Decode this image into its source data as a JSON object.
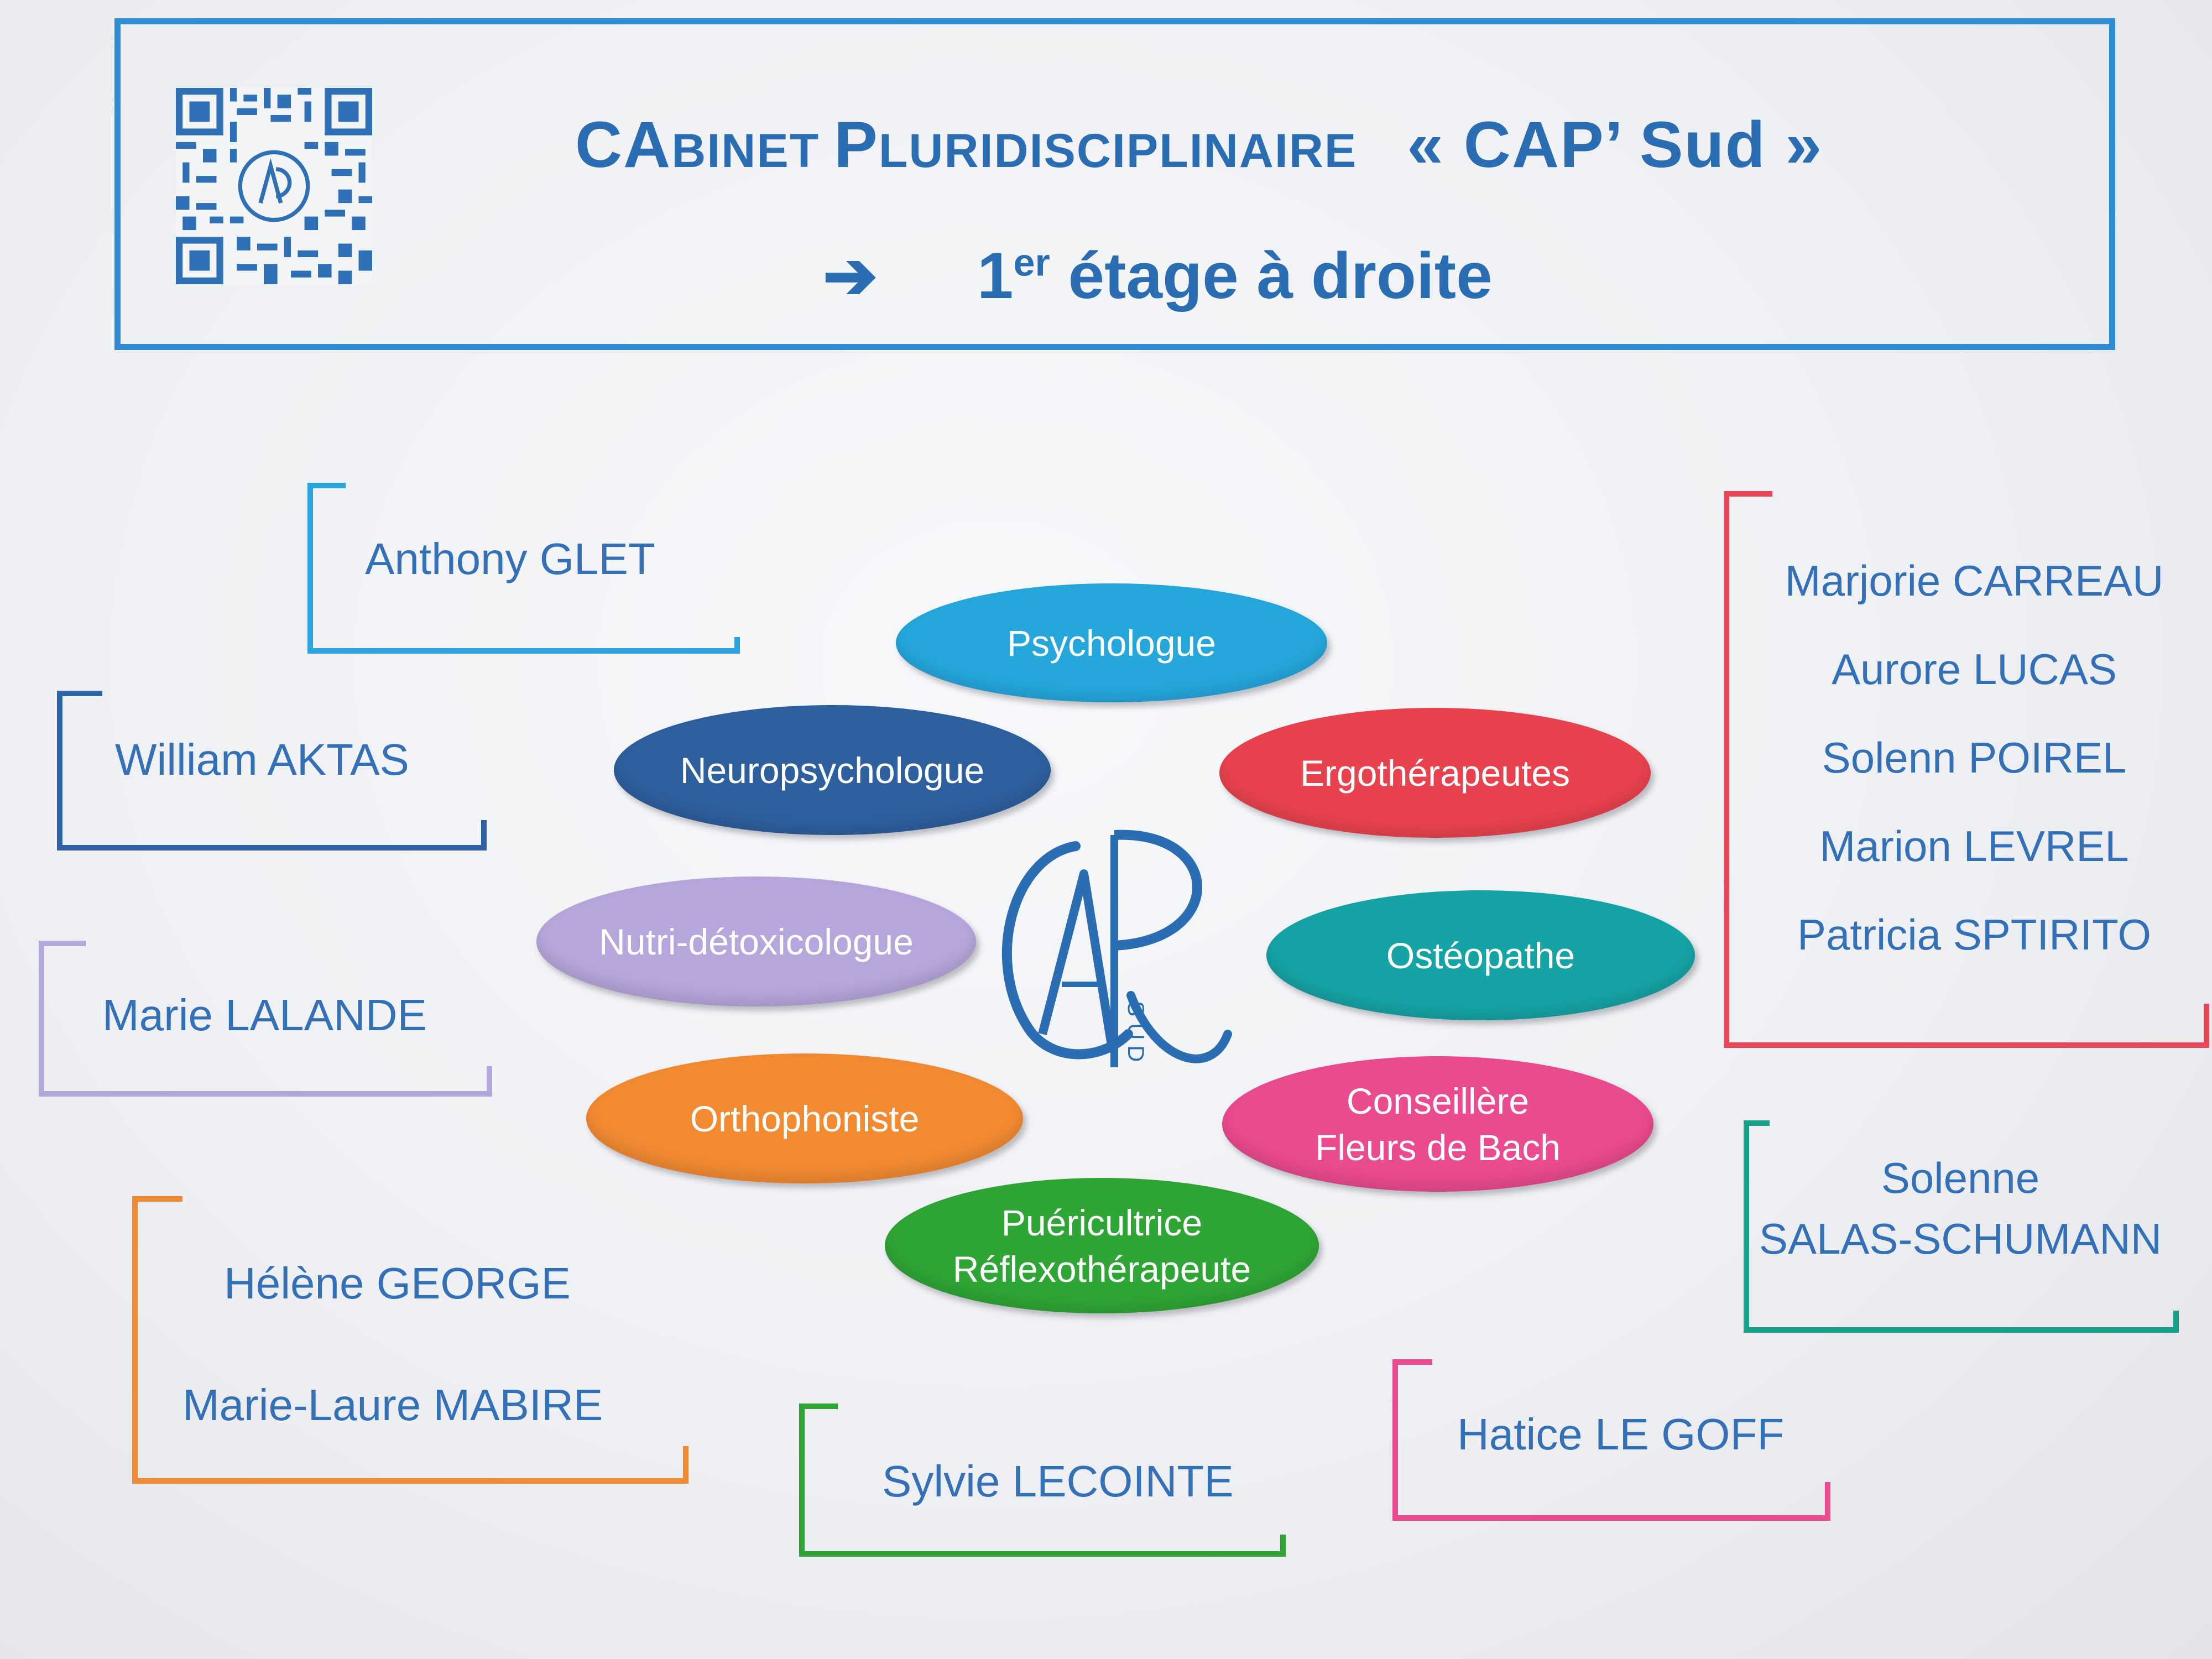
{
  "header": {
    "title_cap1": "CA",
    "title_small1": "BINET ",
    "title_cap2": "P",
    "title_small2": "LURIDISCIPLINAIRE",
    "title_quote": "« CAP’ Sud »",
    "arrow": "➔",
    "floor_number": "1",
    "floor_suffix": "er",
    "floor_text": " étage à droite"
  },
  "specialties": [
    {
      "label": "Psychologue",
      "color": "#25a7dc"
    },
    {
      "label": "Neuropsychologue",
      "color": "#2e5f9e"
    },
    {
      "label": "Ergothérapeutes",
      "color": "#e8424e"
    },
    {
      "label": "Nutri-détoxicologue",
      "color": "#b6a6db"
    },
    {
      "label": "Ostéopathe",
      "color": "#16a3a5"
    },
    {
      "label": "Orthophoniste",
      "color": "#f28a32"
    },
    {
      "label": "Conseillère",
      "label2": "Fleurs de Bach",
      "color": "#ea4a8e"
    },
    {
      "label": "Puéricultrice",
      "label2": "Réflexothérapeute",
      "color": "#2fa535"
    }
  ],
  "practitioners": {
    "psychologue": [
      "Anthony GLET"
    ],
    "neuropsychologue": [
      "William AKTAS"
    ],
    "nutri": [
      "Marie LALANDE"
    ],
    "orthophoniste": [
      "Hélène GEORGE",
      "Marie-Laure MABIRE"
    ],
    "puericultrice": [
      "Sylvie LECOINTE"
    ],
    "conseillere": [
      "Hatice LE GOFF"
    ],
    "osteopathe": [
      "Solenne",
      "SALAS-SCHUMANN"
    ],
    "ergotherapeutes": [
      "Marjorie CARREAU",
      "Aurore LUCAS",
      "Solenn POIREL",
      "Marion LEVREL",
      "Patricia SPTIRITO"
    ]
  },
  "colors": {
    "frame": "#2f8dd6",
    "text": "#3470b8"
  }
}
